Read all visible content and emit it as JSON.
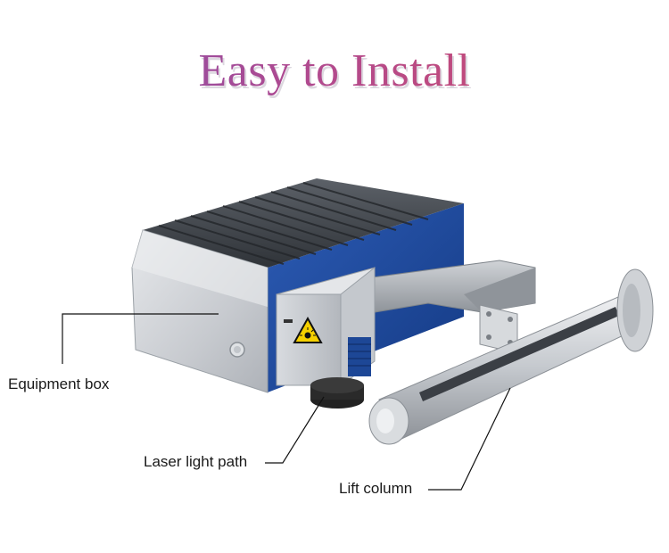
{
  "title": "Easy to Install",
  "labels": {
    "equipment_box": "Equipment box",
    "laser_light_path": "Laser light path",
    "lift_column": "Lift column"
  },
  "warning_label_text": "LASER RADIATION",
  "colors": {
    "title_start": "#7a4fb0",
    "title_end": "#d24a66",
    "side_panel_blue": "#1f4fa8",
    "warning_yellow": "#f5d000"
  }
}
